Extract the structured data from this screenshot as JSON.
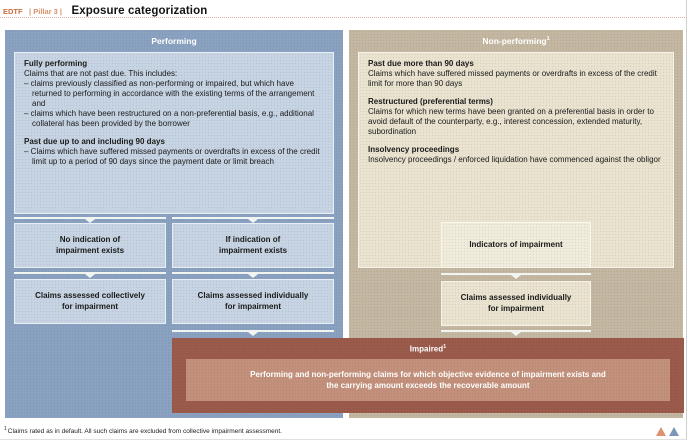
{
  "header": {
    "brand": "EDTF",
    "pillar": "| Pillar 3 |",
    "title": "Exposure categorization"
  },
  "performing": {
    "title": "Performing",
    "sections": [
      {
        "heading": "Fully performing",
        "intro": "Claims that are not past due. This includes:",
        "bullets": [
          "– claims previously classified as non-performing or impaired, but which have returned to performing in accordance with the existing terms of the arrangement and",
          "– claims which have been restructured on a non-preferential basis, e.g., additional collateral has been provided by the borrower"
        ]
      },
      {
        "heading": "Past due up to and including 90 days",
        "bullets": [
          "– Claims which have suffered missed payments or overdrafts in excess of the credit limit up to a period of 90 days since the payment date or limit breach"
        ]
      }
    ],
    "flow": {
      "no_indication": "No indication of\nimpairment exists",
      "if_indication": "If indication of\nimpairment exists",
      "collective": "Claims assessed collectively\nfor impairment",
      "individual": "Claims assessed individually\nfor impairment"
    }
  },
  "nonperforming": {
    "title": "Non-performing",
    "title_sup": "1",
    "sections": [
      {
        "heading": "Past due more than 90 days",
        "body": "Claims which have suffered missed payments or overdrafts in excess of the credit limit for more than 90 days"
      },
      {
        "heading": "Restructured (preferential terms)",
        "body": "Claims for which new terms have been granted on a preferential basis in order to avoid default of the counterparty, e.g., interest concession, extended maturity, subordination"
      },
      {
        "heading": "Insolvency proceedings",
        "body": "Insolvency proceedings / enforced liquidation have commenced against the obligor"
      }
    ],
    "flow": {
      "indicators": "Indicators of impairment",
      "individual": "Claims assessed individually\nfor impairment"
    }
  },
  "impaired": {
    "title": "Impaired",
    "title_sup": "1",
    "body": "Performing and non-performing claims for which objective evidence of impairment exists and\nthe carrying amount exceeds the recoverable amount"
  },
  "footnote": {
    "marker": "1",
    "text": "Claims rated as in default. All such claims are excluded from collective impairment assessment."
  },
  "colors": {
    "brand_orange": "#cd6b41",
    "performing_panel": "#8aa2c1",
    "performing_box": "#c7d4e3",
    "nonperforming_panel": "#c5b8a2",
    "nonperforming_box": "#eae3d0",
    "impaired_outer": "#9b5a4b",
    "impaired_inner": "#c3907b",
    "nav_orange": "#dd9271",
    "nav_blue": "#7b97b7"
  }
}
